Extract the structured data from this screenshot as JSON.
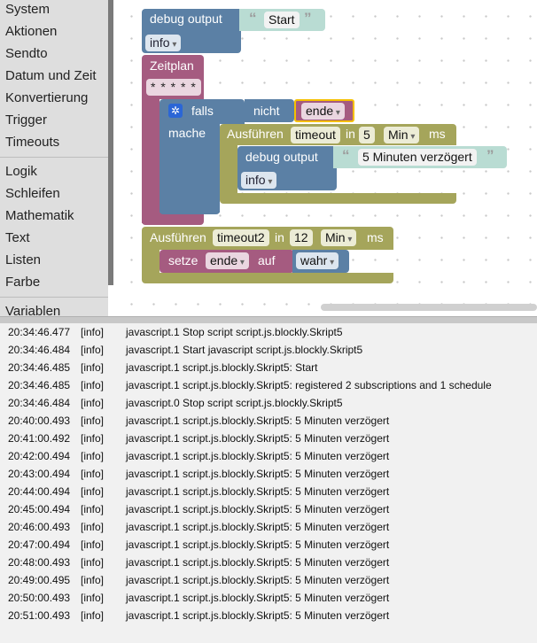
{
  "toolbox": {
    "categories_group1": [
      "System",
      "Aktionen",
      "Sendto",
      "Datum und Zeit",
      "Konvertierung",
      "Trigger",
      "Timeouts"
    ],
    "categories_group2": [
      "Logik",
      "Schleifen",
      "Mathematik",
      "Text",
      "Listen",
      "Farbe"
    ],
    "categories_group3": [
      "Variablen"
    ]
  },
  "blocks": {
    "debug1": {
      "label": "debug output",
      "text": "Start",
      "level": "info"
    },
    "schedule": {
      "label": "Zeitplan",
      "cron": "* * * * *"
    },
    "if": {
      "label": "falls",
      "not": "nicht",
      "var": "ende",
      "do": "mache"
    },
    "exec1": {
      "label": "Ausführen",
      "name": "timeout",
      "in": "in",
      "value": "5",
      "unit": "Min",
      "ms": "ms"
    },
    "debug2": {
      "label": "debug output",
      "text": "5 Minuten verzögert",
      "level": "info"
    },
    "exec2": {
      "label": "Ausführen",
      "name": "timeout2",
      "in": "in",
      "value": "12",
      "unit": "Min",
      "ms": "ms"
    },
    "set": {
      "label": "setze",
      "var": "ende",
      "to": "auf",
      "value": "wahr"
    }
  },
  "log_marker": "g",
  "log": [
    {
      "time": "20:34:46.477",
      "level": "[info]",
      "msg": "javascript.1 Stop script script.js.blockly.Skript5"
    },
    {
      "time": "20:34:46.484",
      "level": "[info]",
      "msg": "javascript.1 Start javascript script.js.blockly.Skript5"
    },
    {
      "time": "20:34:46.485",
      "level": "[info]",
      "msg": "javascript.1 script.js.blockly.Skript5: Start"
    },
    {
      "time": "20:34:46.485",
      "level": "[info]",
      "msg": "javascript.1 script.js.blockly.Skript5: registered 2 subscriptions and 1 schedule"
    },
    {
      "time": "20:34:46.484",
      "level": "[info]",
      "msg": "javascript.0 Stop script script.js.blockly.Skript5"
    },
    {
      "time": "20:40:00.493",
      "level": "[info]",
      "msg": "javascript.1 script.js.blockly.Skript5: 5 Minuten verzögert"
    },
    {
      "time": "20:41:00.492",
      "level": "[info]",
      "msg": "javascript.1 script.js.blockly.Skript5: 5 Minuten verzögert"
    },
    {
      "time": "20:42:00.494",
      "level": "[info]",
      "msg": "javascript.1 script.js.blockly.Skript5: 5 Minuten verzögert"
    },
    {
      "time": "20:43:00.494",
      "level": "[info]",
      "msg": "javascript.1 script.js.blockly.Skript5: 5 Minuten verzögert"
    },
    {
      "time": "20:44:00.494",
      "level": "[info]",
      "msg": "javascript.1 script.js.blockly.Skript5: 5 Minuten verzögert"
    },
    {
      "time": "20:45:00.494",
      "level": "[info]",
      "msg": "javascript.1 script.js.blockly.Skript5: 5 Minuten verzögert"
    },
    {
      "time": "20:46:00.493",
      "level": "[info]",
      "msg": "javascript.1 script.js.blockly.Skript5: 5 Minuten verzögert"
    },
    {
      "time": "20:47:00.494",
      "level": "[info]",
      "msg": "javascript.1 script.js.blockly.Skript5: 5 Minuten verzögert"
    },
    {
      "time": "20:48:00.493",
      "level": "[info]",
      "msg": "javascript.1 script.js.blockly.Skript5: 5 Minuten verzögert"
    },
    {
      "time": "20:49:00.495",
      "level": "[info]",
      "msg": "javascript.1 script.js.blockly.Skript5: 5 Minuten verzögert"
    },
    {
      "time": "20:50:00.493",
      "level": "[info]",
      "msg": "javascript.1 script.js.blockly.Skript5: 5 Minuten verzögert"
    },
    {
      "time": "20:51:00.493",
      "level": "[info]",
      "msg": "javascript.1 script.js.blockly.Skript5: 5 Minuten verzögert"
    }
  ]
}
